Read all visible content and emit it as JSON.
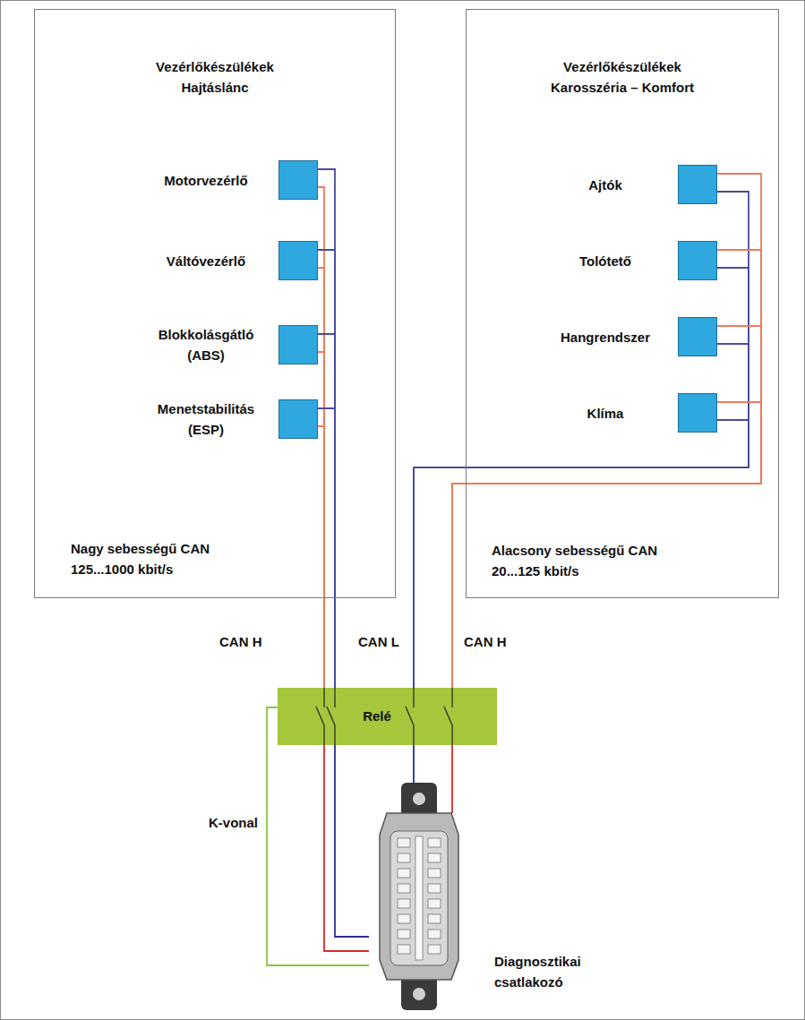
{
  "diagram": {
    "nodes": [
      {
        "text": [
          "Vezérlőkészülékek Hajtáslánc",
          "Nagy sebességű CAN 125...1000 kbit/s"
        ]
      },
      {
        "text": [
          "Motorvezérlő"
        ],
        "in": 0
      },
      {
        "text": [
          "Váltóvezérlő"
        ],
        "in": 0
      },
      {
        "text": [
          "Blokkolásgátló (ABS)"
        ],
        "in": 0
      },
      {
        "text": [
          "Menetstabilitás (ESP)"
        ],
        "in": 0
      },
      {
        "text": [
          "Vezérlőkészülékek Karosszéria – Komfort",
          "Alacsony sebességű CAN 20...125 kbit/s"
        ]
      },
      {
        "text": [
          "Ajtók"
        ],
        "in": 5
      },
      {
        "text": [
          "Tolótető"
        ],
        "in": 5
      },
      {
        "text": [
          "Hangrendszer"
        ],
        "in": 5
      },
      {
        "text": [
          "Klíma"
        ],
        "in": 5
      },
      {
        "text": [
          "Relé"
        ]
      },
      {
        "text": [
          "Diagnosztikai csatlakozó"
        ]
      }
    ],
    "edges": [
      {
        "from": 1,
        "to": 10,
        "arrow": "none"
      },
      {
        "from": 2,
        "to": 10,
        "arrow": "none"
      },
      {
        "from": 3,
        "to": 10,
        "arrow": "none"
      },
      {
        "from": 4,
        "to": 10,
        "arrow": "none"
      },
      {
        "from": 6,
        "to": 10,
        "arrow": "none"
      },
      {
        "from": 7,
        "to": 10,
        "arrow": "none"
      },
      {
        "from": 8,
        "to": 10,
        "arrow": "none"
      },
      {
        "from": 9,
        "to": 10,
        "arrow": "none"
      },
      {
        "from": 10,
        "to": 11,
        "arrow": "none"
      },
      {
        "from": 10,
        "to": 11,
        "arrow": "none"
      },
      {
        "from": 10,
        "to": 11,
        "label": "K-vonal",
        "arrow": "none"
      }
    ],
    "labels": [
      "CAN H",
      "CAN L",
      "CAN H"
    ]
  }
}
